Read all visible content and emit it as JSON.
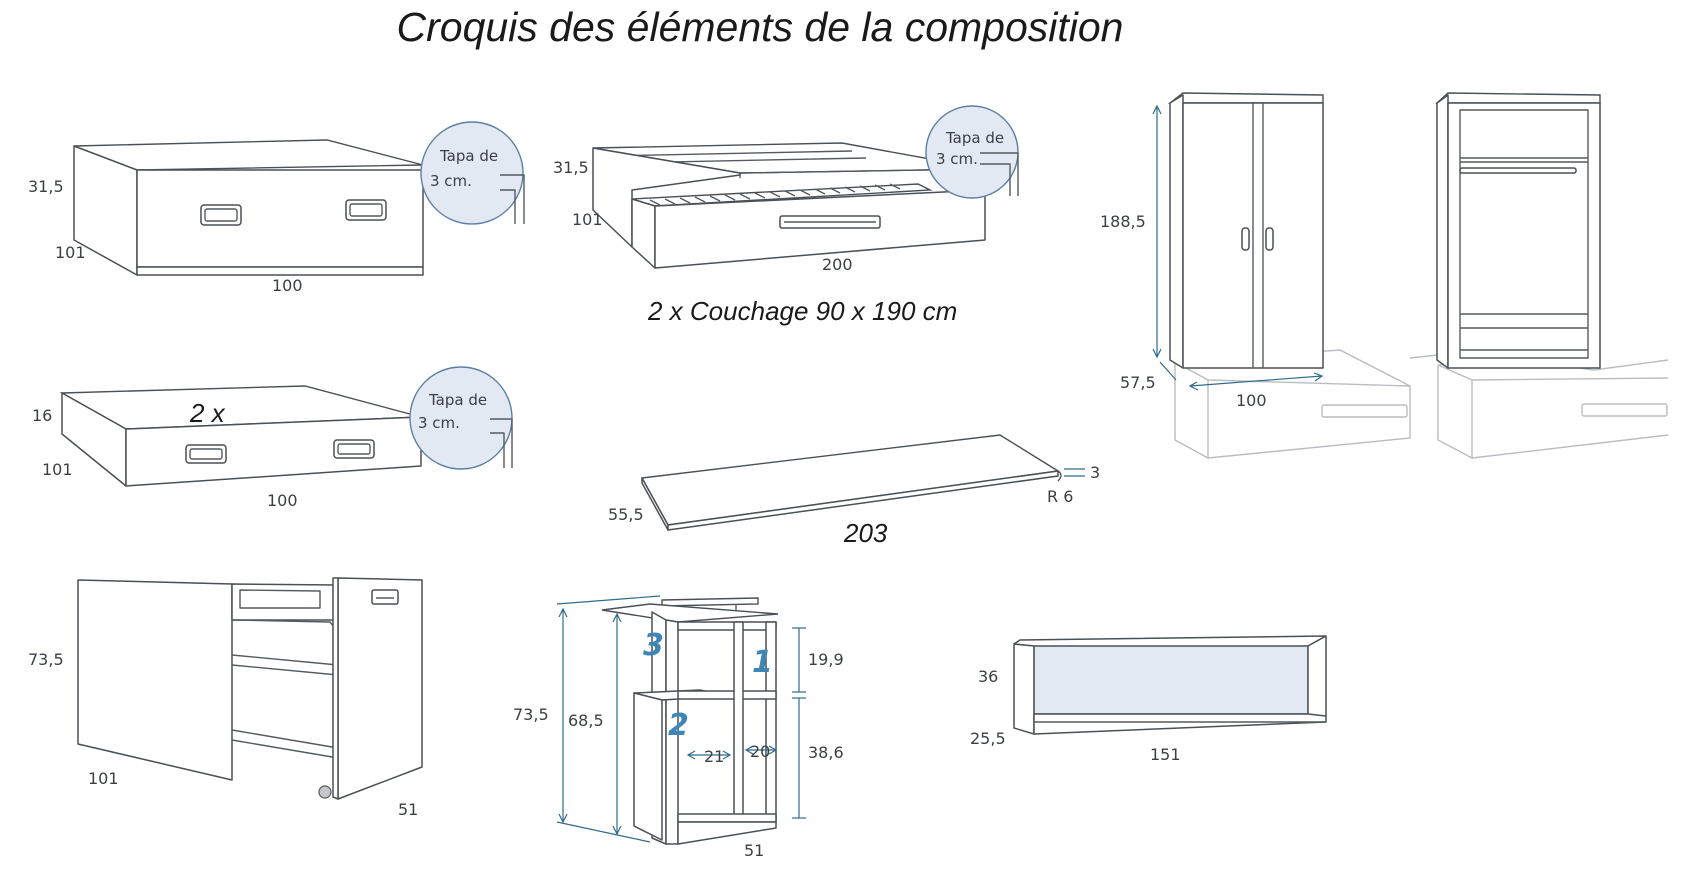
{
  "title": "Croquis des éléments de la composition",
  "drawer_box": {
    "height": "31,5",
    "depth": "101",
    "width": "100",
    "callout_line1": "Tapa de",
    "callout_line2": "3 cm."
  },
  "bed": {
    "height": "31,5",
    "depth": "101",
    "length": "200",
    "callout_line1": "Tapa de",
    "callout_line2": "3 cm.",
    "caption": "2 x Couchage 90 x 190 cm"
  },
  "low_drawer": {
    "count": "2 x",
    "height": "16",
    "depth": "101",
    "width": "100",
    "callout_line1": "Tapa de",
    "callout_line2": "3 cm."
  },
  "desk_top": {
    "depth": "55,5",
    "length": "203",
    "thickness": "3",
    "radius": "R 6"
  },
  "wardrobe": {
    "height": "188,5",
    "depth": "57,5",
    "width": "100"
  },
  "pullout": {
    "height": "73,5",
    "depth": "101",
    "width": "51"
  },
  "shelf_unit": {
    "total_height": "73,5",
    "height": "68,5",
    "top_compartment": "19,9",
    "bottom_compartment": "38,6",
    "inner_width_a": "21",
    "inner_width_b": "20",
    "depth": "51",
    "label_1": "1",
    "label_2": "2",
    "label_3": "3"
  },
  "wall_shelf": {
    "height": "36",
    "depth": "25,5",
    "width": "151"
  },
  "colors": {
    "dimension": "#2f6b8c",
    "callout_fill": "#e3e9f3",
    "outline": "#4b5057",
    "ghost": "#b9bcc0"
  }
}
